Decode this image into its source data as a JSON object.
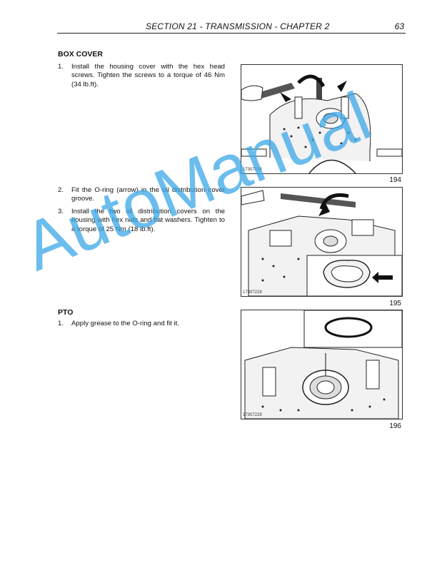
{
  "header": {
    "section": "SECTION 21 - TRANSMISSION - CHAPTER 2",
    "page_number": "63"
  },
  "box_cover": {
    "heading": "BOX COVER",
    "steps": [
      {
        "num": "1.",
        "text": "Install the housing cover with the hex head screws. Tighten the screws to a torque of 46 Nm (34 lb.ft)."
      },
      {
        "num": "2.",
        "text": "Fit the O-ring (arrow) in the oil distribution cover groove."
      },
      {
        "num": "3.",
        "text": "Install the two oil distribution covers on the housing with hex nuts and flat washers. Tighten to a torque of 25 Nm (18 lb.ft)."
      }
    ]
  },
  "pto": {
    "heading": "PTO",
    "steps": [
      {
        "num": "1.",
        "text": "Apply grease to the O-ring and fit it."
      }
    ]
  },
  "figures": [
    {
      "code": "17307224",
      "number": "194"
    },
    {
      "code": "17307228",
      "number": "195"
    },
    {
      "code": "17307229",
      "number": "196"
    }
  ],
  "watermark": "AutoManual"
}
